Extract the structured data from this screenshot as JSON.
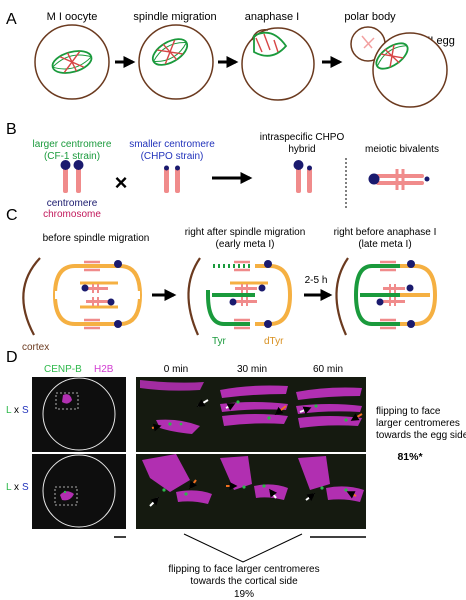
{
  "panelA": {
    "label": "A",
    "stages": [
      "M I oocyte",
      "spindle migration",
      "anaphase I",
      "polar body",
      "M II egg"
    ]
  },
  "panelB": {
    "label": "B",
    "larger": [
      "larger centromere",
      "(CF-1 strain)"
    ],
    "smaller": [
      "smaller centromere",
      "(CHPO strain)"
    ],
    "hybrid": [
      "intraspecific CHPO",
      "hybrid"
    ],
    "bivalents": "meiotic bivalents",
    "centromere": "centromere",
    "chromosome": "chromosome",
    "cross": "×"
  },
  "panelC": {
    "label": "C",
    "before": "before spindle migration",
    "after": [
      "right after spindle migration",
      "(early meta I)"
    ],
    "anaphase": [
      "right before anaphase I",
      "(late meta I)"
    ],
    "time": "2-5 h",
    "cortex": "cortex",
    "tyr": "Tyr",
    "dtyr": "dTyr"
  },
  "panelD": {
    "label": "D",
    "legend_green": "CENP-B",
    "legend_magenta": "H2B",
    "times": [
      "0 min",
      "30 min",
      "60 min"
    ],
    "row_label": {
      "L": "L",
      "x": "x",
      "S": "S"
    },
    "right_text": [
      "flipping to face",
      "larger centromeres",
      "towards the egg side"
    ],
    "right_pct": "81%*",
    "bottom_text": [
      "flipping to face larger centromeres",
      "towards the cortical side"
    ],
    "bottom_pct": "19%"
  },
  "colors": {
    "green": "#1a9a3c",
    "orange": "#f5b042",
    "brown": "#6b3a1f",
    "navy": "#1a1a6e",
    "pink": "#f08b8b",
    "magenta": "#d23cd2",
    "blue_text": "#2233bb"
  }
}
